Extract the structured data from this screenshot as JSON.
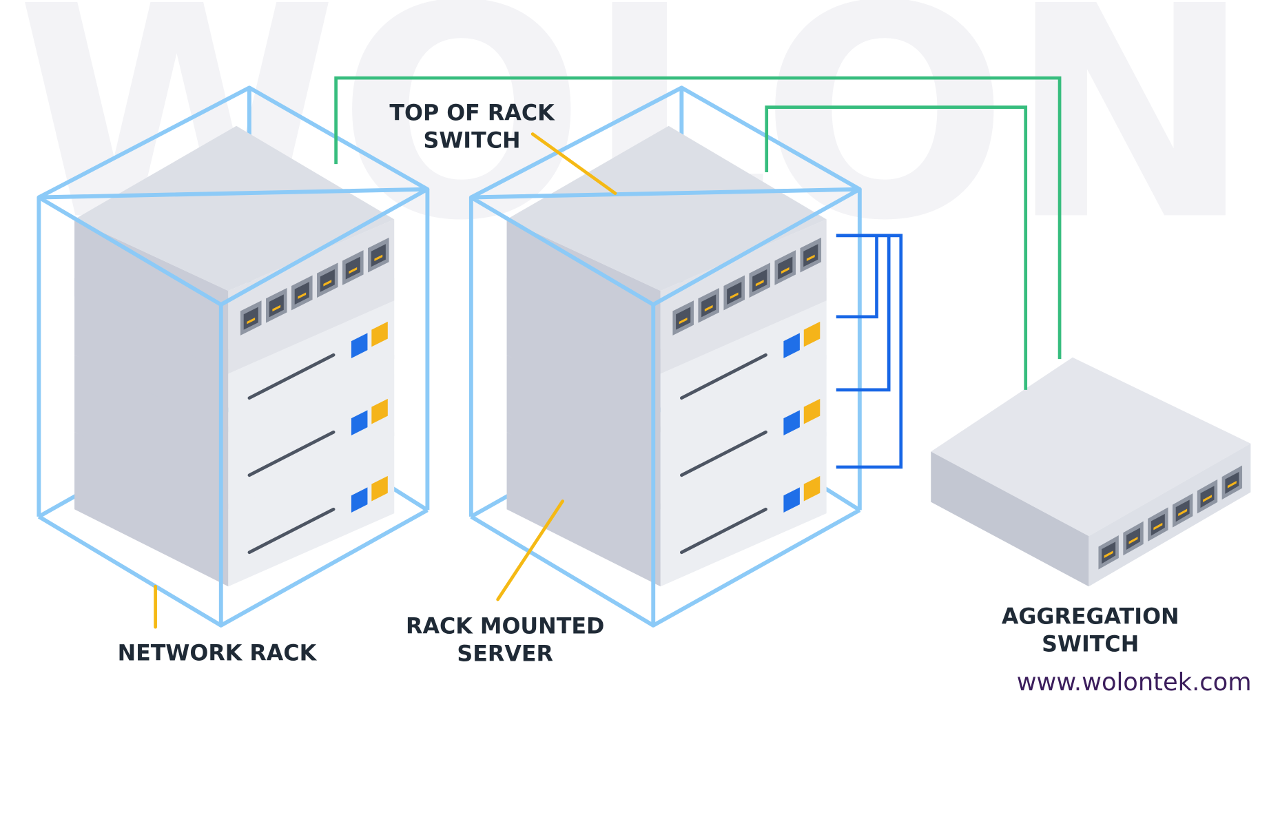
{
  "watermark": "WOLON",
  "labels": {
    "top_of_rack_line1": "TOP OF RACK",
    "top_of_rack_line2": "SWITCH",
    "network_rack": "NETWORK RACK",
    "rack_mounted_line1": "RACK MOUNTED",
    "rack_mounted_line2": "SERVER",
    "aggregation_line1": "AGGREGATION",
    "aggregation_line2": "SWITCH"
  },
  "website": "www.wolontek.com",
  "colors": {
    "rack_frame": "#8ccaf7",
    "uplink_cable": "#37bd7e",
    "server_cable": "#1766e6",
    "callout_line": "#f5b914",
    "label_text": "#1f2a36",
    "website_text": "#3b1d5c",
    "led_blue": "#1f6fe8",
    "led_yellow": "#f5b41a"
  }
}
